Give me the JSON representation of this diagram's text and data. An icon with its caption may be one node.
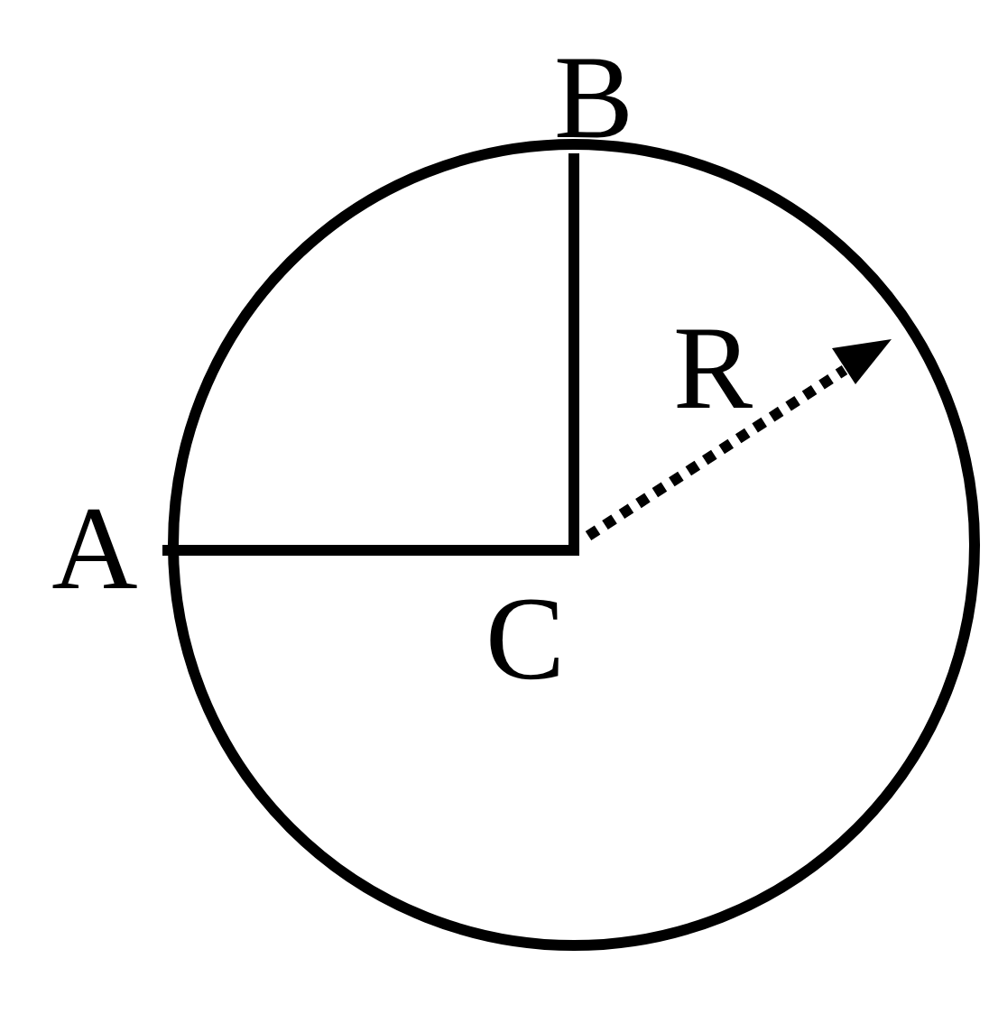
{
  "diagram": {
    "nodes": [
      {
        "text": [],
        "shape": "circle"
      },
      {
        "text": [
          "A"
        ]
      },
      {
        "text": [
          "B"
        ]
      },
      {
        "text": [
          "C"
        ],
        "in": 0
      }
    ],
    "edges": [
      {
        "from": 1,
        "to": 3,
        "arrow": "none"
      },
      {
        "from": 2,
        "to": 3,
        "arrow": "none"
      }
    ],
    "labels": [
      "R"
    ]
  }
}
